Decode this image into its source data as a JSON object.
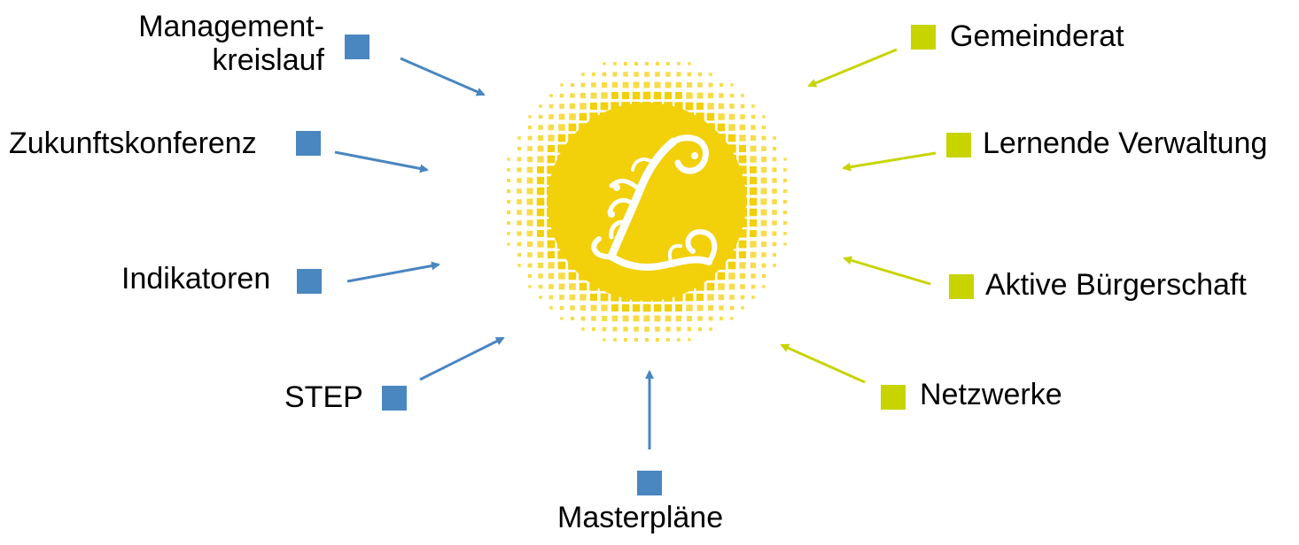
{
  "colors": {
    "blue": "#4a86c0",
    "green": "#c8d400",
    "sun_core": "#f2d00a",
    "sun_dots": "#f7dc4a",
    "logo": "#ffffff"
  },
  "center": {
    "icon": "ornate-letter-l-logo"
  },
  "left_items": [
    {
      "id": "managementkreislauf",
      "line1": "Management-",
      "line2": "kreislauf"
    },
    {
      "id": "zukunftskonferenz",
      "label": "Zukunftskonferenz"
    },
    {
      "id": "indikatoren",
      "label": "Indikatoren"
    },
    {
      "id": "step",
      "label": "STEP"
    }
  ],
  "bottom_item": {
    "id": "masterplaene",
    "label": "Masterpläne"
  },
  "right_items": [
    {
      "id": "gemeinderat",
      "label": "Gemeinderat"
    },
    {
      "id": "lernende-verwaltung",
      "label": "Lernende Verwaltung"
    },
    {
      "id": "aktive-buergerschaft",
      "label": "Aktive Bürgerschaft"
    },
    {
      "id": "netzwerke",
      "label": "Netzwerke"
    }
  ]
}
